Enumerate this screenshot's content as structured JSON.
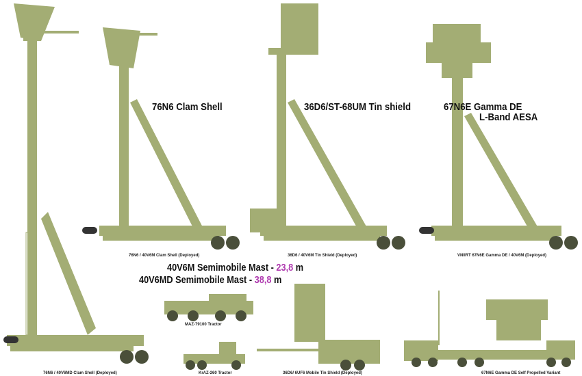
{
  "colors": {
    "olive": "#a3ad74",
    "dark": "#4a4f3a",
    "highlight": "#b03cb0"
  },
  "titles": {
    "clam_shell": "76N6 Clam Shell",
    "tin_shield": "36D6/ST-68UM Tin shield",
    "gamma_line1": "67N6E Gamma DE",
    "gamma_line2": "L-Band AESA"
  },
  "captions": {
    "c1": "76N6 / 40V6M Clam Shell (Deployed)",
    "c2": "36D6 / 40V6M Tin Shield (Deployed)",
    "c3": "VNIIRT 67N6E Gamma DE / 40V6M (Deployed)",
    "c4": "MAZ-79100 Tractor",
    "c5": "76N6 / 40V6MD Clam Shell (Deployed)",
    "c6": "KrAZ-260 Tractor",
    "c7": "36D6/ 6UF6 Mobile Tin Shield (Deployed)",
    "c8": "67N6E Gamma DE Self Propelled Variant"
  },
  "masts": {
    "m1_name": "40V6M Semimobile Mast - ",
    "m1_value": "23,8",
    "m1_unit": " m",
    "m2_name": "40V6MD Semimobile Mast - ",
    "m2_value": "38,8",
    "m2_unit": " m"
  }
}
